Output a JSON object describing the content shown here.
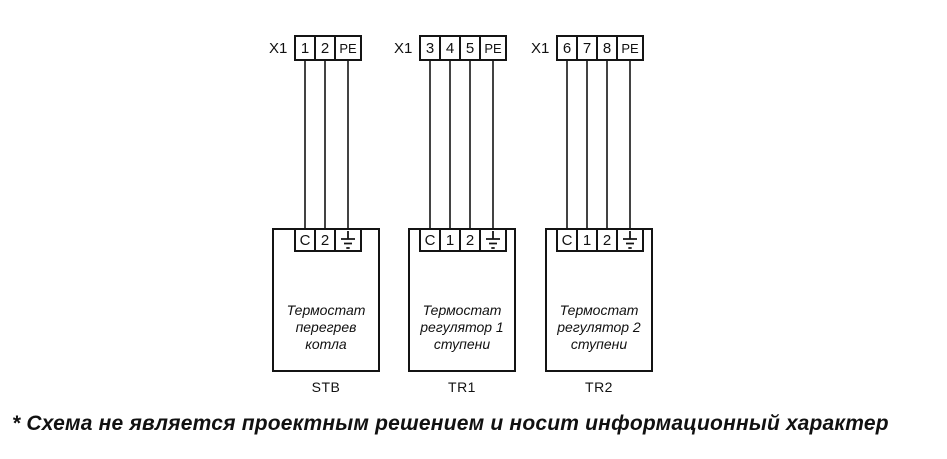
{
  "diagram": {
    "line_color": "#141414",
    "strips": [
      {
        "connector": "X1",
        "terminals": [
          "1",
          "2",
          "PE"
        ]
      },
      {
        "connector": "X1",
        "terminals": [
          "3",
          "4",
          "5",
          "PE"
        ]
      },
      {
        "connector": "X1",
        "terminals": [
          "6",
          "7",
          "8",
          "PE"
        ]
      }
    ],
    "devices": [
      {
        "terminals": [
          "C",
          "2"
        ],
        "ground_icon": "earth-ground-icon",
        "contact_icon": "thermostat-contact-symbol",
        "name_lines": [
          "Термостат",
          "перегрев",
          "котла"
        ],
        "tag": "STB"
      },
      {
        "terminals": [
          "C",
          "1",
          "2"
        ],
        "ground_icon": "earth-ground-icon",
        "contact_icon": "thermostat-contact-symbol",
        "name_lines": [
          "Термостат",
          "регулятор 1",
          "ступени"
        ],
        "tag": "TR1"
      },
      {
        "terminals": [
          "C",
          "1",
          "2"
        ],
        "ground_icon": "earth-ground-icon",
        "contact_icon": "thermostat-contact-symbol",
        "name_lines": [
          "Термостат",
          "регулятор 2",
          "ступени"
        ],
        "tag": "TR2"
      }
    ]
  },
  "footnote": "* Схема не является проектным решением и носит информационный характер"
}
